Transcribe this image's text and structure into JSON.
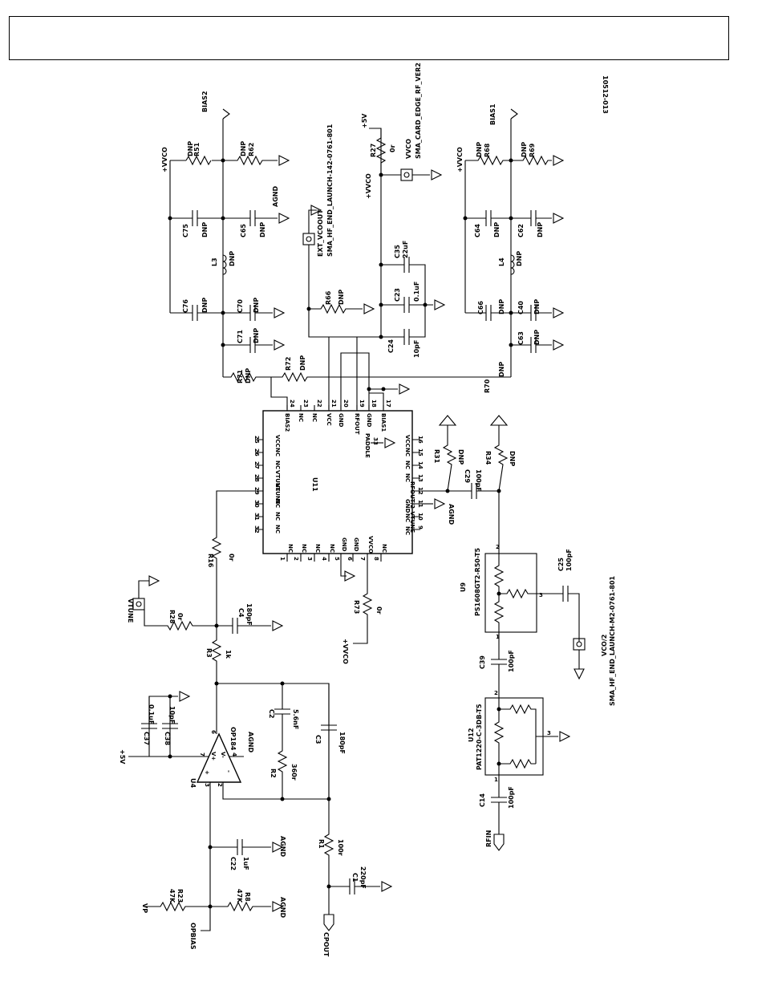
{
  "figure_id": "10512-013",
  "chips": {
    "u11": {
      "ref": "U11",
      "paddle": "PADDLE",
      "paddle_pin": "33",
      "left_pins": [
        {
          "num": "25",
          "name": "VCC"
        },
        {
          "num": "26",
          "name": "NC"
        },
        {
          "num": "27",
          "name": "NC"
        },
        {
          "num": "28",
          "name": "VTUNE"
        },
        {
          "num": "29",
          "name": "VTUNE"
        },
        {
          "num": "30",
          "name": "NC"
        },
        {
          "num": "31",
          "name": "NC"
        },
        {
          "num": "32",
          "name": "NC"
        }
      ],
      "top_pins": [
        {
          "num": "24",
          "name": "BIAS2"
        },
        {
          "num": "23",
          "name": "NC"
        },
        {
          "num": "22",
          "name": "NC"
        },
        {
          "num": "21",
          "name": "VCC"
        },
        {
          "num": "20",
          "name": "GND"
        },
        {
          "num": "19",
          "name": "RFOUT"
        },
        {
          "num": "18",
          "name": "GND"
        },
        {
          "num": "17",
          "name": "BIAS1"
        }
      ],
      "right_pins": [
        {
          "num": "16",
          "name": "VCC"
        },
        {
          "num": "15",
          "name": "NC"
        },
        {
          "num": "14",
          "name": "NC"
        },
        {
          "num": "13",
          "name": "NC"
        },
        {
          "num": "12",
          "name": "RFOUT/2_VTUNE"
        },
        {
          "num": "11",
          "name": "GND"
        },
        {
          "num": "10",
          "name": "NC"
        },
        {
          "num": "9",
          "name": "NC"
        }
      ],
      "bottom_pins": [
        {
          "num": "1",
          "name": "NC"
        },
        {
          "num": "2",
          "name": "NC"
        },
        {
          "num": "3",
          "name": "NC"
        },
        {
          "num": "4",
          "name": "NC"
        },
        {
          "num": "5",
          "name": "GND"
        },
        {
          "num": "6",
          "name": "GND"
        },
        {
          "num": "7",
          "name": "VVCO"
        },
        {
          "num": "8",
          "name": "NC"
        }
      ]
    },
    "u9": {
      "ref": "U9",
      "part": "PS1608GT2-R50-T5",
      "pins": [
        "1",
        "2",
        "3"
      ]
    },
    "u12": {
      "ref": "U12",
      "part": "PAT1220-C-3DB-T5",
      "pins": [
        "1",
        "2",
        "3"
      ]
    },
    "u4": {
      "ref": "U4",
      "part": "OP184",
      "pins": [
        "2",
        "3",
        "4",
        "6",
        "7"
      ]
    }
  },
  "components": {
    "r51": {
      "ref": "R51",
      "val": "DNP"
    },
    "r62": {
      "ref": "R62",
      "val": "DNP"
    },
    "c75": {
      "ref": "C75",
      "val": "DNP"
    },
    "c65": {
      "ref": "C65",
      "val": "DNP"
    },
    "l3": {
      "ref": "L3",
      "val": "DNP"
    },
    "c76": {
      "ref": "C76",
      "val": "DNP"
    },
    "c70": {
      "ref": "C70",
      "val": "DNP"
    },
    "c71": {
      "ref": "C71",
      "val": "DNP"
    },
    "r71": {
      "ref": "R71",
      "val": "DNP"
    },
    "r72": {
      "ref": "R72",
      "val": "DNP"
    },
    "r66": {
      "ref": "R66",
      "val": "DNP"
    },
    "r27": {
      "ref": "R27",
      "val": "0r"
    },
    "c35": {
      "ref": "C35",
      "val": "22uF"
    },
    "c23": {
      "ref": "C23",
      "val": "0.1uF"
    },
    "c24": {
      "ref": "C24",
      "val": "10pF"
    },
    "r68": {
      "ref": "R68",
      "val": "DNP"
    },
    "r69": {
      "ref": "R69",
      "val": "DNP"
    },
    "c64": {
      "ref": "C64",
      "val": "DNP"
    },
    "c62": {
      "ref": "C62",
      "val": "DNP"
    },
    "l4": {
      "ref": "L4",
      "val": "DNP"
    },
    "c66": {
      "ref": "C66",
      "val": "DNP"
    },
    "c40": {
      "ref": "C40",
      "val": "DNP"
    },
    "c63": {
      "ref": "C63",
      "val": "DNP"
    },
    "r70": {
      "ref": "R70",
      "val": "DNP"
    },
    "r31": {
      "ref": "R31",
      "val": "DNP"
    },
    "c29": {
      "ref": "C29",
      "val": "100pF"
    },
    "r34": {
      "ref": "R34",
      "val": "DNP"
    },
    "r16": {
      "ref": "R16",
      "val": "0r"
    },
    "r28": {
      "ref": "R28",
      "val": "0r"
    },
    "c4": {
      "ref": "C4",
      "val": "180pF"
    },
    "r73": {
      "ref": "R73",
      "val": "0r"
    },
    "r3": {
      "ref": "R3",
      "val": "1k"
    },
    "c37": {
      "ref": "C37",
      "val": "0.1uF"
    },
    "c38": {
      "ref": "C38",
      "val": "10pF"
    },
    "c2": {
      "ref": "C2",
      "val": "5.6nF"
    },
    "r2": {
      "ref": "R2",
      "val": "360r"
    },
    "c3": {
      "ref": "C3",
      "val": "180pF"
    },
    "r1": {
      "ref": "R1",
      "val": "100r"
    },
    "c1": {
      "ref": "C1",
      "val": "220pF"
    },
    "c22": {
      "ref": "C22",
      "val": "1uF"
    },
    "r23": {
      "ref": "R23",
      "val": "47K"
    },
    "r8": {
      "ref": "R8",
      "val": "47K"
    },
    "c25": {
      "ref": "C25",
      "val": "100pF"
    },
    "c39": {
      "ref": "C39",
      "val": "100pF"
    },
    "c14": {
      "ref": "C14",
      "val": "100pF"
    }
  },
  "nets": {
    "bias2": "BIAS2",
    "bias1": "BIAS1",
    "vvco": "+VVCO",
    "v5": "+5V",
    "agnd": "AGND",
    "vvco_label": "VVCO",
    "vtune": "VTUNE",
    "vp": "VP",
    "opbias": "OPBIAS",
    "cpout": "CPOUT",
    "rfin": "RFIN",
    "vco2": "VCO/2",
    "ext_vcoout": "EXT_VCOOUT"
  },
  "connectors": {
    "sma_hf_142": "SMA_HF_END_LAUNCH-142-0761-801",
    "sma_card": "SMA_CARD_EDGE_RF_VER2",
    "sma_hf_m2": "SMA_HF_END_LAUNCH-M2-0761-801"
  },
  "opamp_pins": {
    "vplus": "V+",
    "vminus": "V-",
    "plus": "+",
    "minus": "-"
  }
}
